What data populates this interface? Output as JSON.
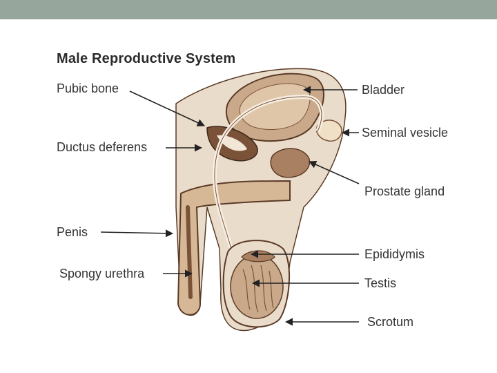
{
  "diagram": {
    "title": "Male Reproductive System",
    "labels": {
      "pubic_bone": "Pubic bone",
      "ductus_deferens": "Ductus deferens",
      "penis": "Penis",
      "spongy_urethra": "Spongy urethra",
      "bladder": "Bladder",
      "seminal_vesicle": "Seminal vesicle",
      "prostate_gland": "Prostate gland",
      "epididymis": "Epididymis",
      "testis": "Testis",
      "scrotum": "Scrotum"
    }
  },
  "colors": {
    "header_bar": "#97a69c",
    "tissue_light": "#eadccb",
    "tissue_mid": "#c9a98a",
    "tissue_dark": "#7a5238",
    "outline": "#5a3a26"
  }
}
